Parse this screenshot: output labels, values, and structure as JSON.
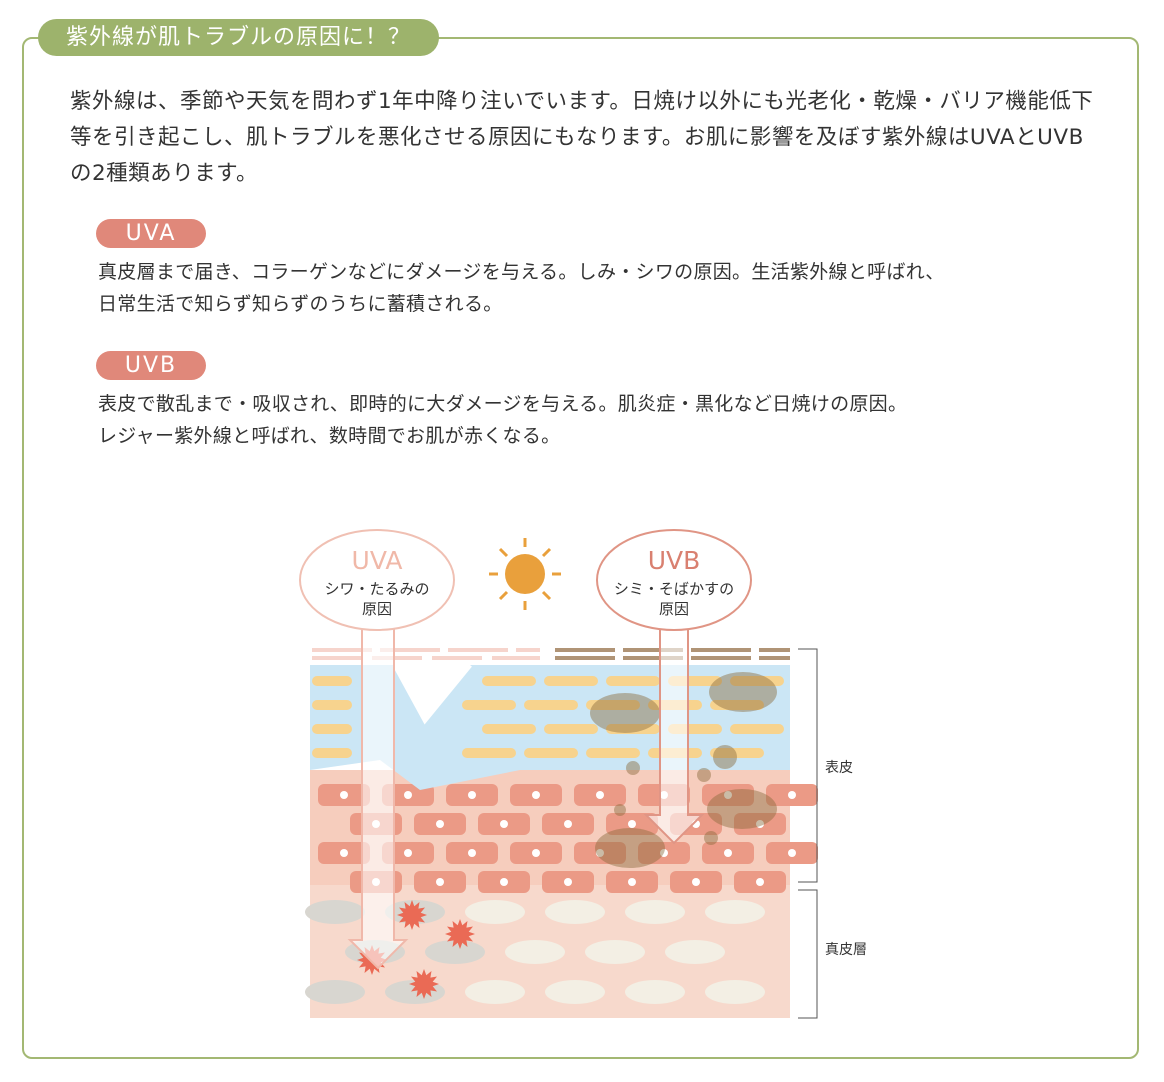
{
  "title": "紫外線が肌トラブルの原因に！？",
  "intro": "紫外線は、季節や天気を問わず1年中降り注いでいます。日焼け以外にも光老化・乾燥・バリア機能低下等を引き起こし、肌トラブルを悪化させる原因にもなります。お肌に影響を及ぼす紫外線はUVAとUVBの2種類あります。",
  "uva": {
    "badge": "UVA",
    "lines": [
      "真皮層まで届き、コラーゲンなどにダメージを与える。しみ・シワの原因。生活紫外線と呼ばれ、",
      "日常生活で知らず知らずのうちに蓄積される。"
    ]
  },
  "uvb": {
    "badge": "UVB",
    "lines": [
      "表皮で散乱まで・吸収され、即時的に大ダメージを与える。肌炎症・黒化など日焼けの原因。",
      "レジャー紫外線と呼ばれ、数時間でお肌が赤くなる。"
    ]
  },
  "diagram": {
    "uva_bubble": {
      "label": "UVA",
      "line1": "シワ・たるみの",
      "line2": "原因"
    },
    "uvb_bubble": {
      "label": "UVB",
      "line1": "シミ・そばかすの",
      "line2": "原因"
    },
    "layer_epidermis": "表皮",
    "layer_dermis": "真皮層"
  },
  "colors": {
    "green": "#9db36c",
    "badge": "#e0887a",
    "sun": "#e9a03c"
  }
}
